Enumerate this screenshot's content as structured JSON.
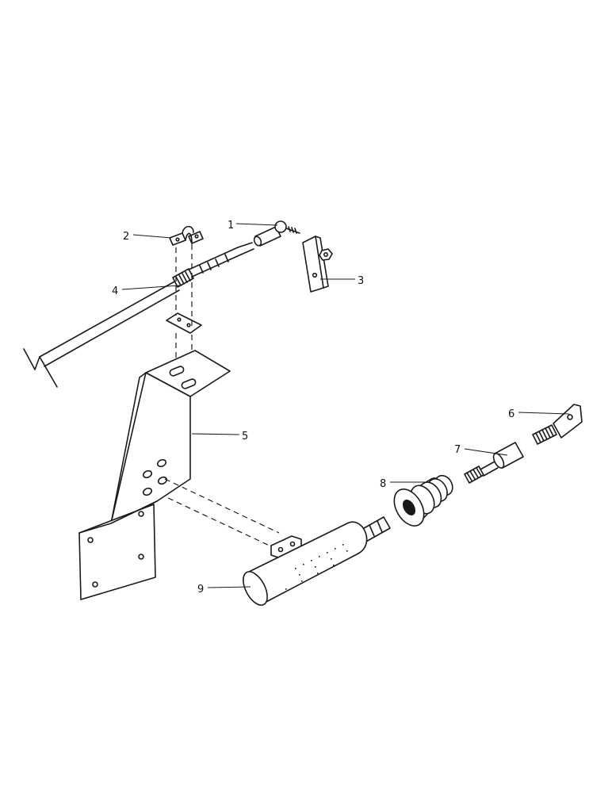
{
  "diagram": {
    "type": "exploded-parts-view",
    "colors": {
      "ink": "#1a1a1a",
      "paper": "#ffffff"
    },
    "callouts": [
      {
        "id": "1",
        "label": "1"
      },
      {
        "id": "2",
        "label": "2"
      },
      {
        "id": "3",
        "label": "3"
      },
      {
        "id": "4",
        "label": "4"
      },
      {
        "id": "5",
        "label": "5"
      },
      {
        "id": "6",
        "label": "6"
      },
      {
        "id": "7",
        "label": "7"
      },
      {
        "id": "8",
        "label": "8"
      },
      {
        "id": "9",
        "label": "9"
      }
    ]
  }
}
